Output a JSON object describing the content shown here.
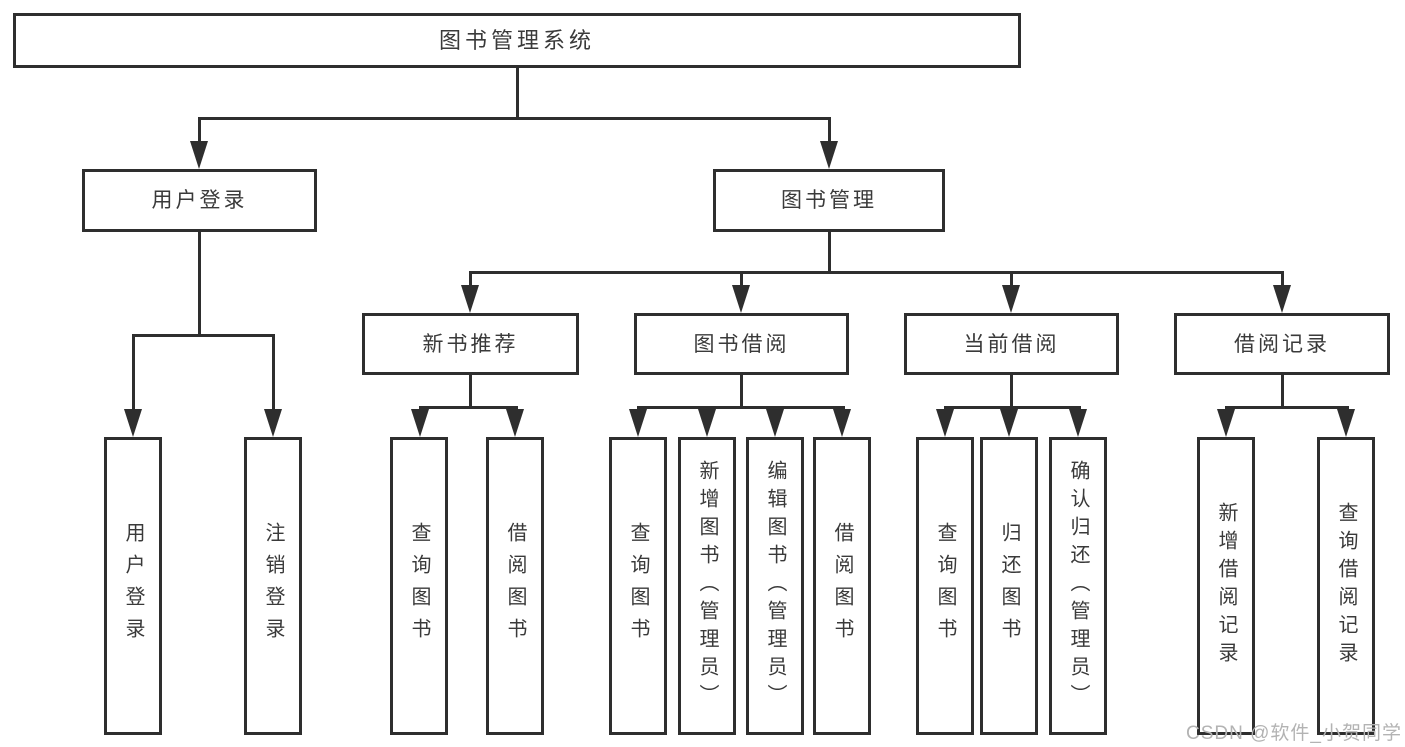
{
  "watermark": {
    "text": "CSDN @软件_小贺同学"
  },
  "diagram": {
    "root": {
      "label": "图书管理系统"
    },
    "branches": [
      {
        "label": "用户登录",
        "children": [
          {
            "label": "用户登录"
          },
          {
            "label": "注销登录"
          }
        ]
      },
      {
        "label": "图书管理",
        "children": [
          {
            "label": "新书推荐",
            "children": [
              {
                "label": "查询图书"
              },
              {
                "label": "借阅图书"
              }
            ]
          },
          {
            "label": "图书借阅",
            "children": [
              {
                "label": "查询图书"
              },
              {
                "label": "新增图书（管理员）"
              },
              {
                "label": "编辑图书（管理员）"
              },
              {
                "label": "借阅图书"
              }
            ]
          },
          {
            "label": "当前借阅",
            "children": [
              {
                "label": "查询图书"
              },
              {
                "label": "归还图书"
              },
              {
                "label": "确认归还（管理员）"
              }
            ]
          },
          {
            "label": "借阅记录",
            "children": [
              {
                "label": "新增借阅记录"
              },
              {
                "label": "查询借阅记录"
              }
            ]
          }
        ]
      }
    ]
  }
}
